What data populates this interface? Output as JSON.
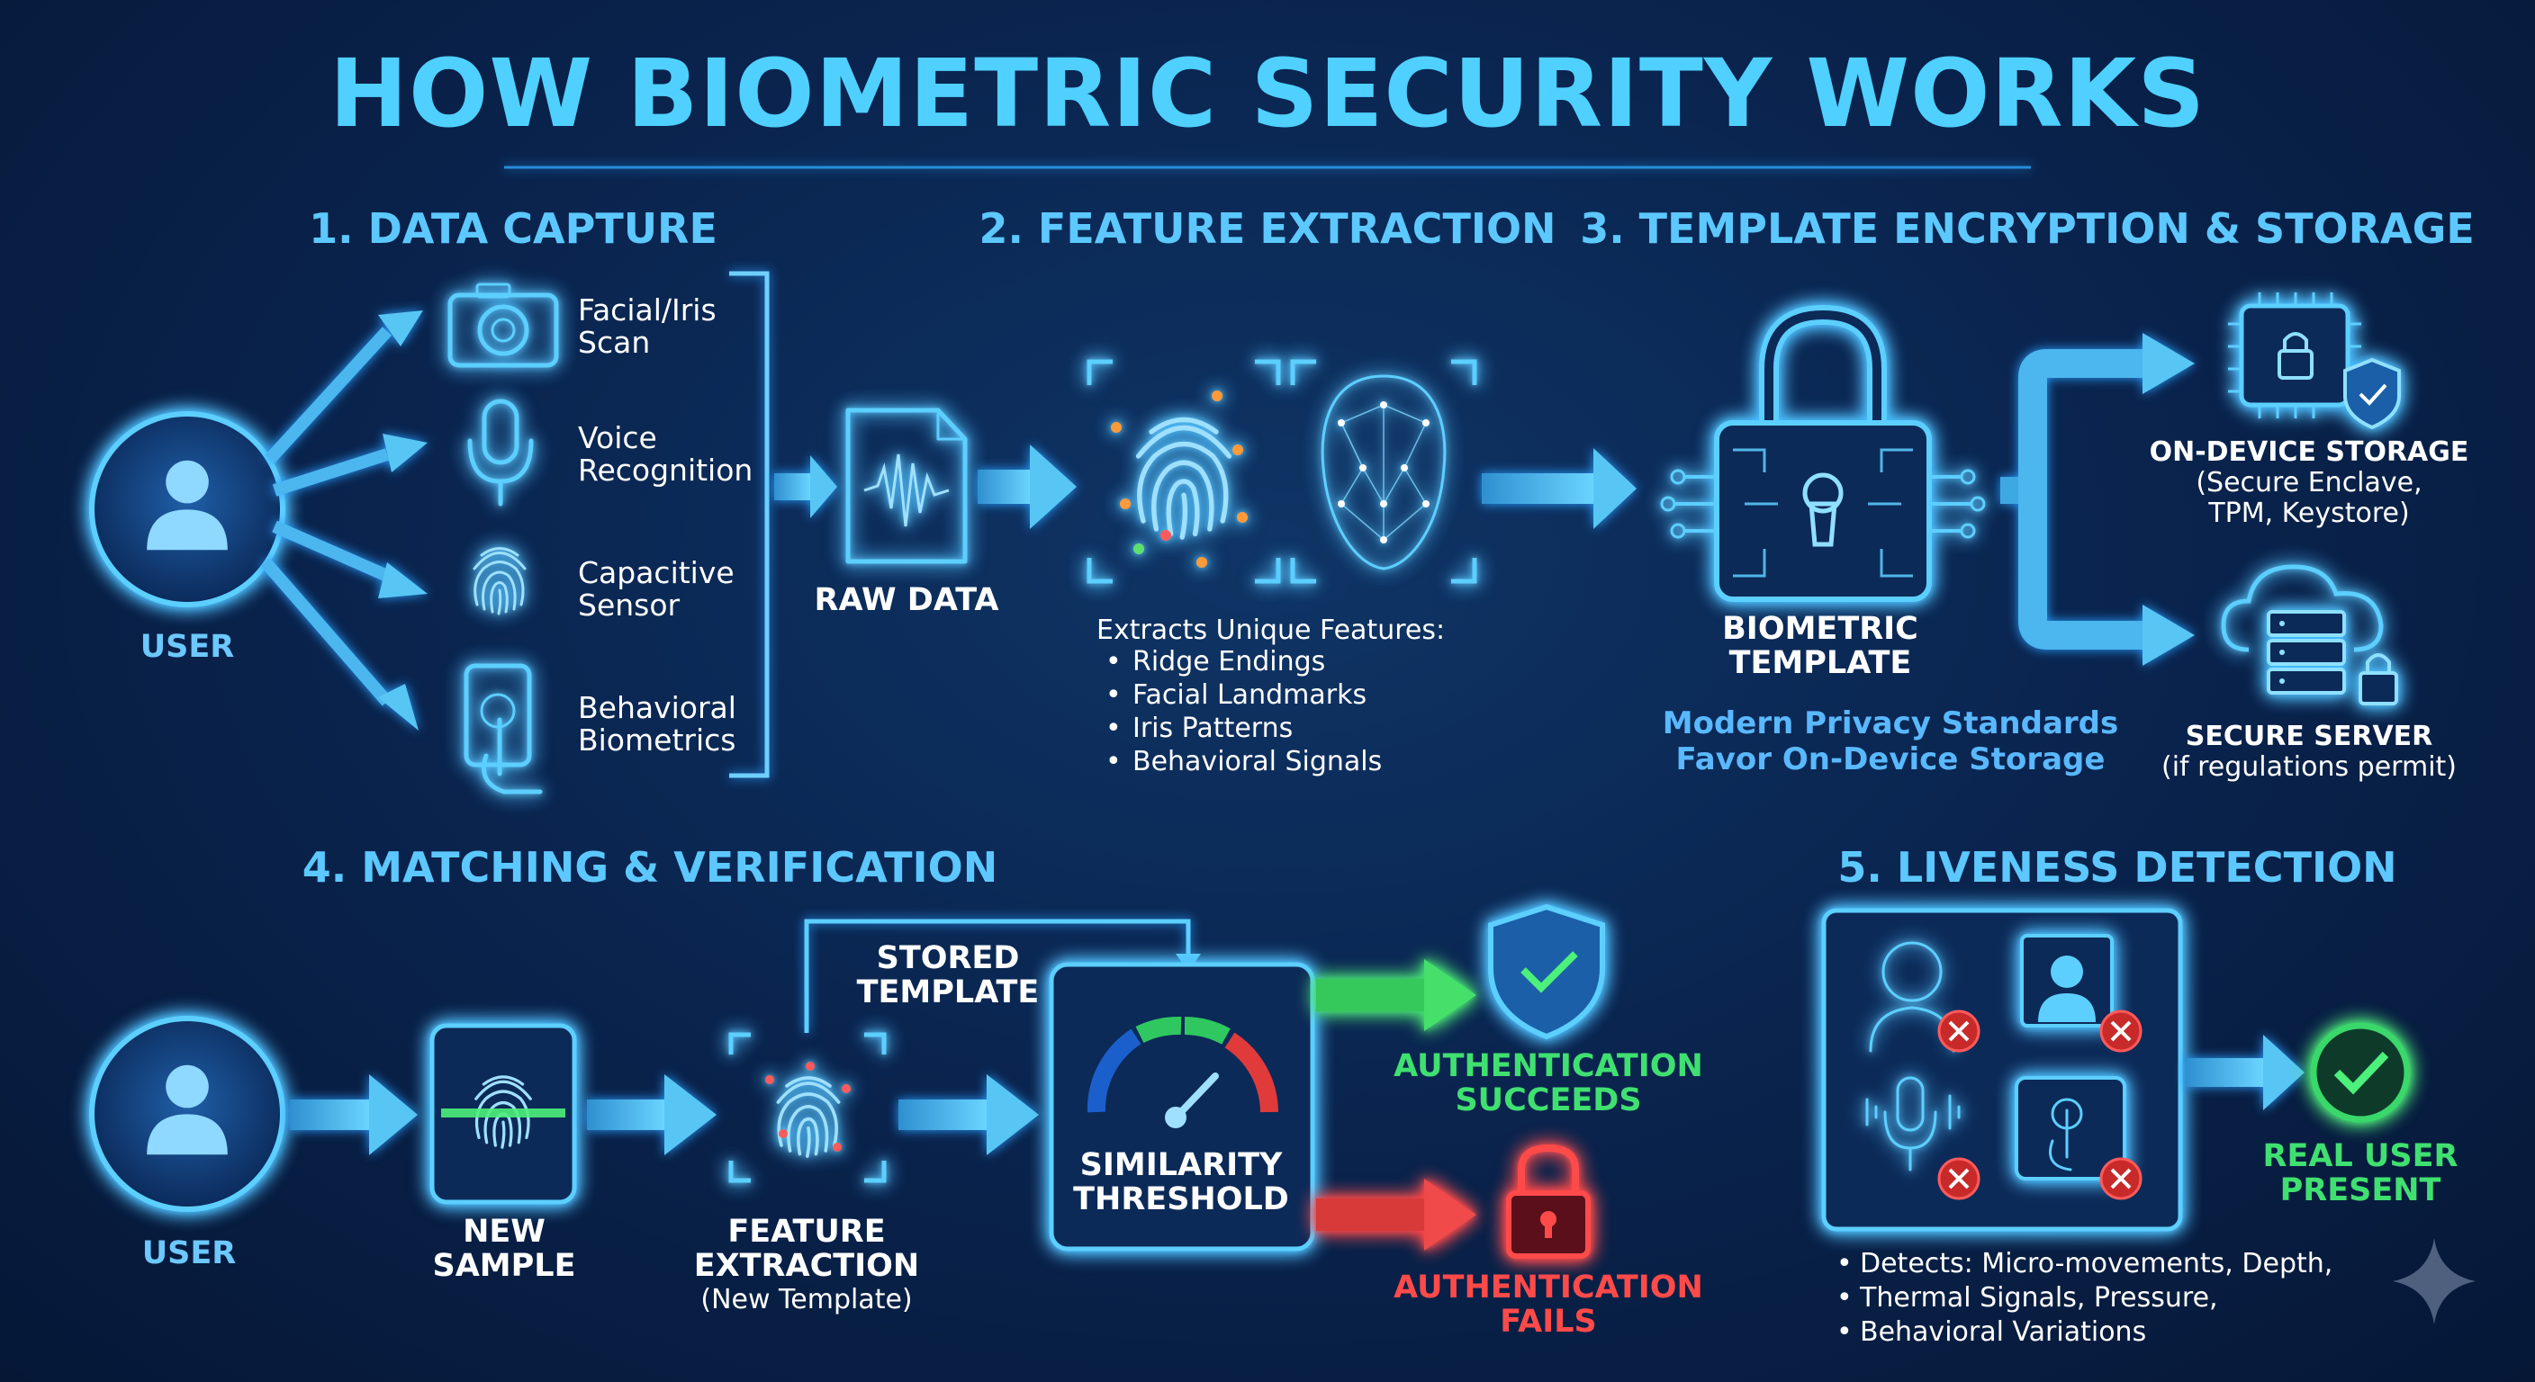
{
  "title": "HOW BIOMETRIC SECURITY WORKS",
  "sections": {
    "capture": {
      "title": "1. DATA CAPTURE",
      "user_label": "USER",
      "methods": [
        {
          "line1": "Facial/Iris",
          "line2": "Scan",
          "icon": "camera-icon"
        },
        {
          "line1": "Voice",
          "line2": "Recognition",
          "icon": "microphone-icon"
        },
        {
          "line1": "Capacitive",
          "line2": "Sensor",
          "icon": "fingerprint-icon"
        },
        {
          "line1": "Behavioral",
          "line2": "Biometrics",
          "icon": "phone-touch-icon"
        }
      ],
      "raw_data_label": "RAW DATA"
    },
    "extraction": {
      "title": "2. FEATURE EXTRACTION",
      "caption": "Extracts Unique Features:",
      "features": [
        "Ridge Endings",
        "Facial Landmarks",
        "Iris Patterns",
        "Behavioral Signals"
      ]
    },
    "encryption": {
      "title": "3. TEMPLATE ENCRYPTION & STORAGE",
      "lock_label_1": "BIOMETRIC",
      "lock_label_2": "TEMPLATE",
      "note_1": "Modern Privacy Standards",
      "note_2": "Favor On-Device Storage",
      "on_device": {
        "title": "ON-DEVICE STORAGE",
        "line1": "(Secure Enclave,",
        "line2": "TPM, Keystore)"
      },
      "server": {
        "title": "SECURE SERVER",
        "line1": "(if regulations permit)"
      }
    },
    "matching": {
      "title": "4. MATCHING & VERIFICATION",
      "user_label": "USER",
      "new_sample_1": "NEW",
      "new_sample_2": "SAMPLE",
      "fe_1": "FEATURE",
      "fe_2": "EXTRACTION",
      "fe_3": "(New Template)",
      "stored_1": "STORED",
      "stored_2": "TEMPLATE",
      "threshold_1": "SIMILARITY",
      "threshold_2": "THRESHOLD",
      "success_1": "AUTHENTICATION",
      "success_2": "SUCCEEDS",
      "fail_1": "AUTHENTICATION",
      "fail_2": "FAILS"
    },
    "liveness": {
      "title": "5. LIVENESS DETECTION",
      "result_1": "REAL USER",
      "result_2": "PRESENT",
      "bullets": [
        "Detects: Micro-movements, Depth,",
        "Thermal Signals, Pressure,",
        "Behavioral Variations"
      ]
    }
  },
  "colors": {
    "accent": "#4fd0ff",
    "success": "#40e070",
    "fail": "#ff4a4a",
    "background": "#0a2550"
  }
}
